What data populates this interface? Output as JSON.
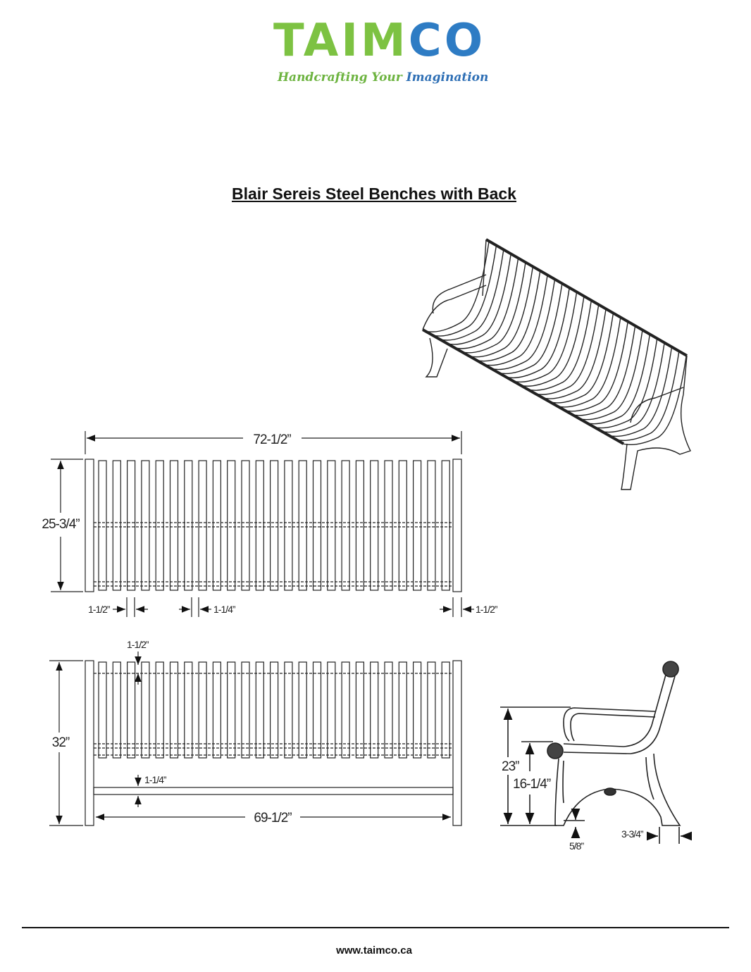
{
  "logo": {
    "part_green": "TAIM",
    "part_blue": "CO",
    "tagline_green": "Handcrafting Your",
    "tagline_blue": "Imagination",
    "colors": {
      "green": "#7dc242",
      "blue": "#2e7cc4"
    }
  },
  "title": "Blair Sereis Steel Benches with Back",
  "top_view": {
    "width": "72-1/2”",
    "depth": "25-3/4”",
    "end_gap_left": "1-1/2”",
    "slat_gap": "1-1/4”",
    "end_gap_right": "1-1/2”"
  },
  "front_view": {
    "height": "32”",
    "slat_top": "1-1/2”",
    "rail": "1-1/4”",
    "inner_width": "69-1/2”"
  },
  "side_view": {
    "arm_height": "23”",
    "seat_height": "16-1/4”",
    "foot": "5/8”",
    "foot_width": "3-3/4”"
  },
  "footer": "www.taimco.ca"
}
